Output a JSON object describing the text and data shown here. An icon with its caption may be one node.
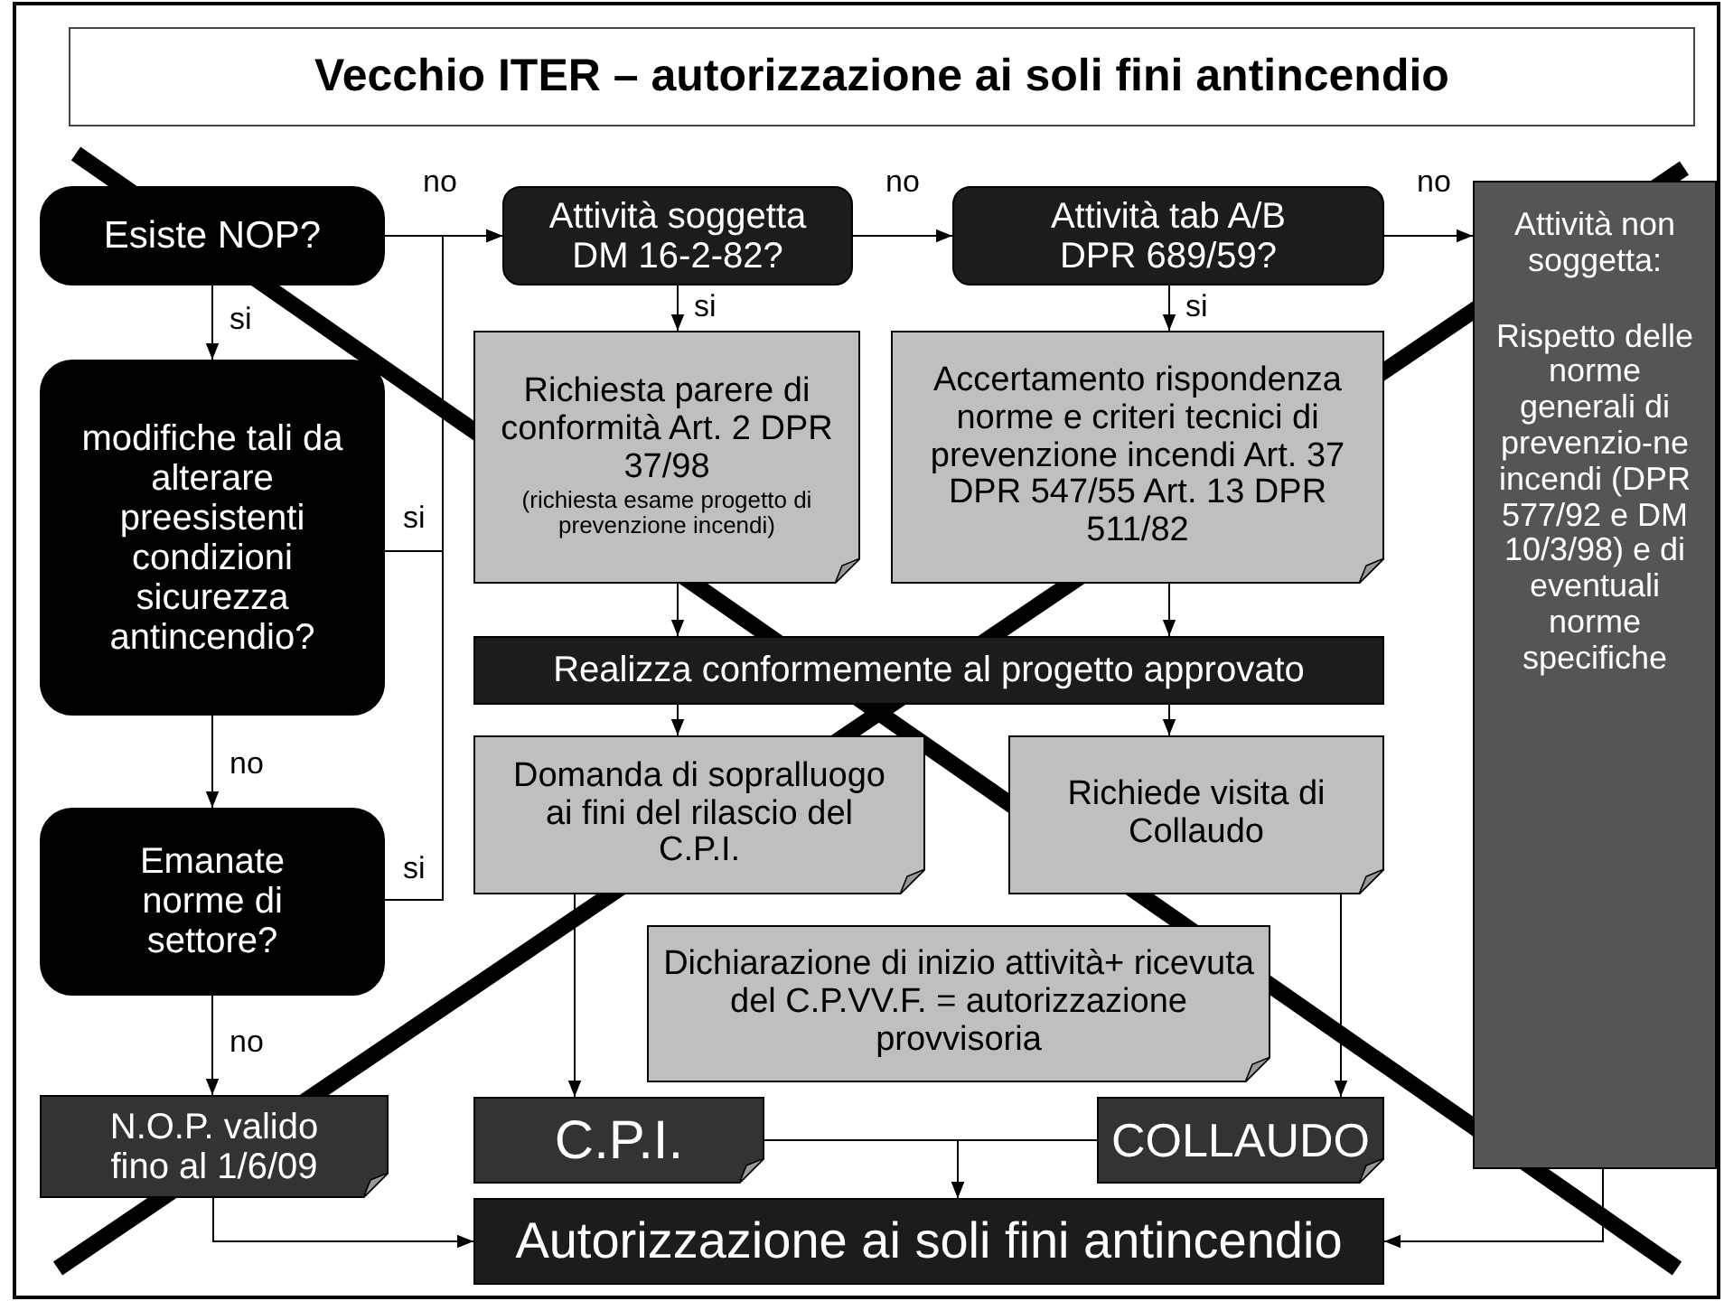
{
  "diagram": {
    "title": "Vecchio ITER – autorizzazione ai soli fini antincendio",
    "nodes": [
      {
        "text": [
          "Esiste NOP?"
        ]
      },
      {
        "text": [
          "modifiche tali da alterare preesistenti condizioni sicurezza antincendio?"
        ]
      },
      {
        "text": [
          "Emanate norme di settore?"
        ]
      },
      {
        "text": [
          "N.O.P. valido fino al 1/6/09"
        ]
      },
      {
        "text": [
          "Attività soggetta DM 16-2-82?"
        ]
      },
      {
        "text": [
          "Attività tab A/B DPR 689/59?"
        ]
      },
      {
        "text": [
          "Attività non soggetta:",
          "Rispetto delle norme generali di prevenzio-ne incendi (DPR 577/92 e DM 10/3/98) e di eventuali norme specifiche"
        ]
      },
      {
        "text": [
          "Richiesta parere di conformità Art. 2 DPR 37/98",
          "(richiesta esame progetto di prevenzione incendi)"
        ]
      },
      {
        "text": [
          "Accertamento rispondenza norme e criteri tecnici di prevenzione incendi Art. 37 DPR 547/55 Art. 13 DPR 511/82"
        ]
      },
      {
        "text": [
          "Realizza conformemente al progetto approvato"
        ]
      },
      {
        "text": [
          "Domanda di sopralluogo ai fini del rilascio del C.P.I."
        ]
      },
      {
        "text": [
          "Richiede visita di Collaudo"
        ]
      },
      {
        "text": [
          "Dichiarazione di inizio attività+ ricevuta del C.P.VV.F. = autorizzazione provvisoria"
        ]
      },
      {
        "text": [
          "C.P.I."
        ]
      },
      {
        "text": [
          "COLLAUDO"
        ]
      },
      {
        "text": [
          "Autorizzazione ai soli fini antincendio"
        ]
      }
    ],
    "edges": [
      {
        "from": 0,
        "to": 4,
        "arrow": "to",
        "label": "no"
      },
      {
        "from": 4,
        "to": 5,
        "arrow": "to",
        "label": "no"
      },
      {
        "from": 5,
        "to": 6,
        "arrow": "to",
        "label": "no"
      },
      {
        "from": 0,
        "to": 1,
        "arrow": "to",
        "label": "si"
      },
      {
        "from": 1,
        "to": 4,
        "arrow": "to",
        "label": "si"
      },
      {
        "from": 1,
        "to": 2,
        "arrow": "to",
        "label": "no"
      },
      {
        "from": 2,
        "to": 4,
        "arrow": "to",
        "label": "si"
      },
      {
        "from": 2,
        "to": 3,
        "arrow": "to",
        "label": "no"
      },
      {
        "from": 4,
        "to": 7,
        "arrow": "to",
        "label": "si"
      },
      {
        "from": 5,
        "to": 8,
        "arrow": "to",
        "label": "si"
      },
      {
        "from": 7,
        "to": 9,
        "arrow": "to"
      },
      {
        "from": 8,
        "to": 9,
        "arrow": "to"
      },
      {
        "from": 9,
        "to": 10,
        "arrow": "to"
      },
      {
        "from": 9,
        "to": 11,
        "arrow": "to"
      },
      {
        "from": 10,
        "to": 13,
        "arrow": "to"
      },
      {
        "from": 11,
        "to": 14,
        "arrow": "to"
      },
      {
        "from": 13,
        "to": 15,
        "arrow": "to"
      },
      {
        "from": 14,
        "to": 15,
        "arrow": "to"
      },
      {
        "from": 3,
        "to": 15,
        "arrow": "to"
      },
      {
        "from": 6,
        "to": 15,
        "arrow": "to"
      }
    ]
  }
}
